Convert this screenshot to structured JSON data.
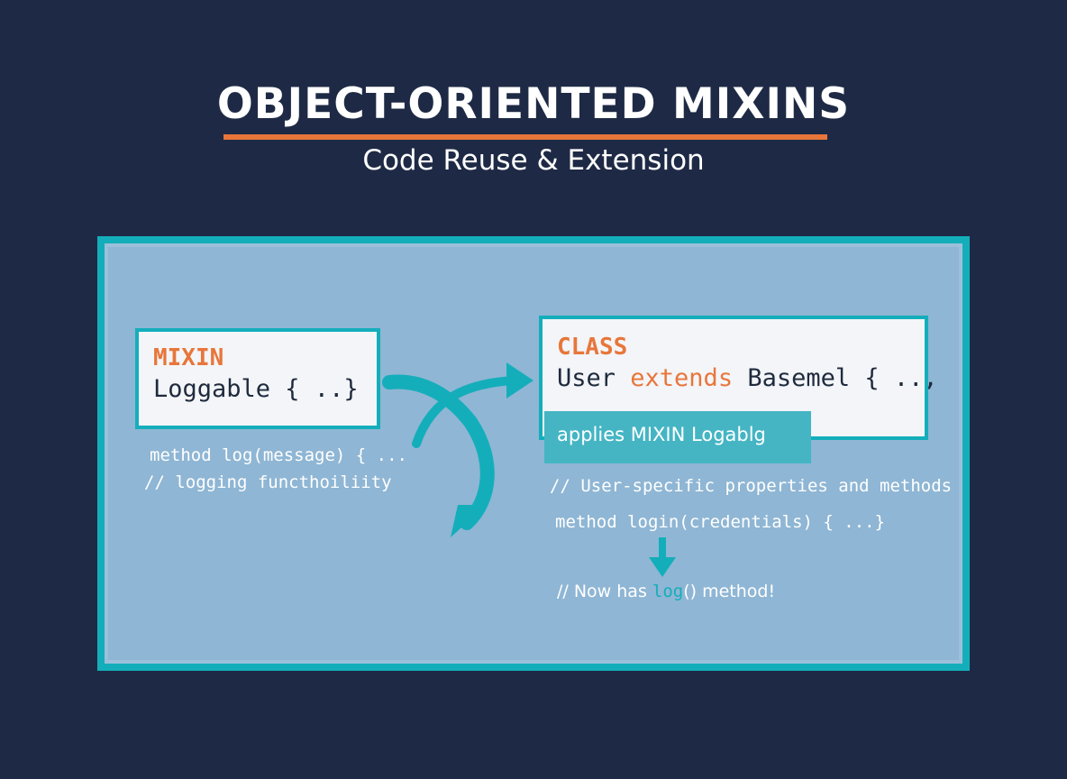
{
  "header": {
    "title": "OBJECT-ORIENTED MIXINS",
    "subtitle": "Code Reuse & Extension"
  },
  "mixin": {
    "keyword": "MIXIN",
    "code": "Loggable { ..}",
    "method_line": "method log(message) { ...",
    "comment_line": "// logging functhoiliity"
  },
  "class_box": {
    "keyword": "CLASS",
    "code_before": "User ",
    "code_extends": "extends",
    "code_after": " Basemel { ..,",
    "applies": "applies MIXIN Logablg",
    "comment_line": "// User-specific properties and methods",
    "method_line": "method login(credentials) { ...}"
  },
  "result": {
    "prefix": "// Now has ",
    "method": "log",
    "suffix": "() method!"
  },
  "colors": {
    "background": "#1e2a45",
    "accent_orange": "#e8763a",
    "accent_teal": "#14aebb",
    "panel": "#8fb6d4"
  },
  "icons": [
    "curved-arrow-icon",
    "down-arrow-icon"
  ]
}
